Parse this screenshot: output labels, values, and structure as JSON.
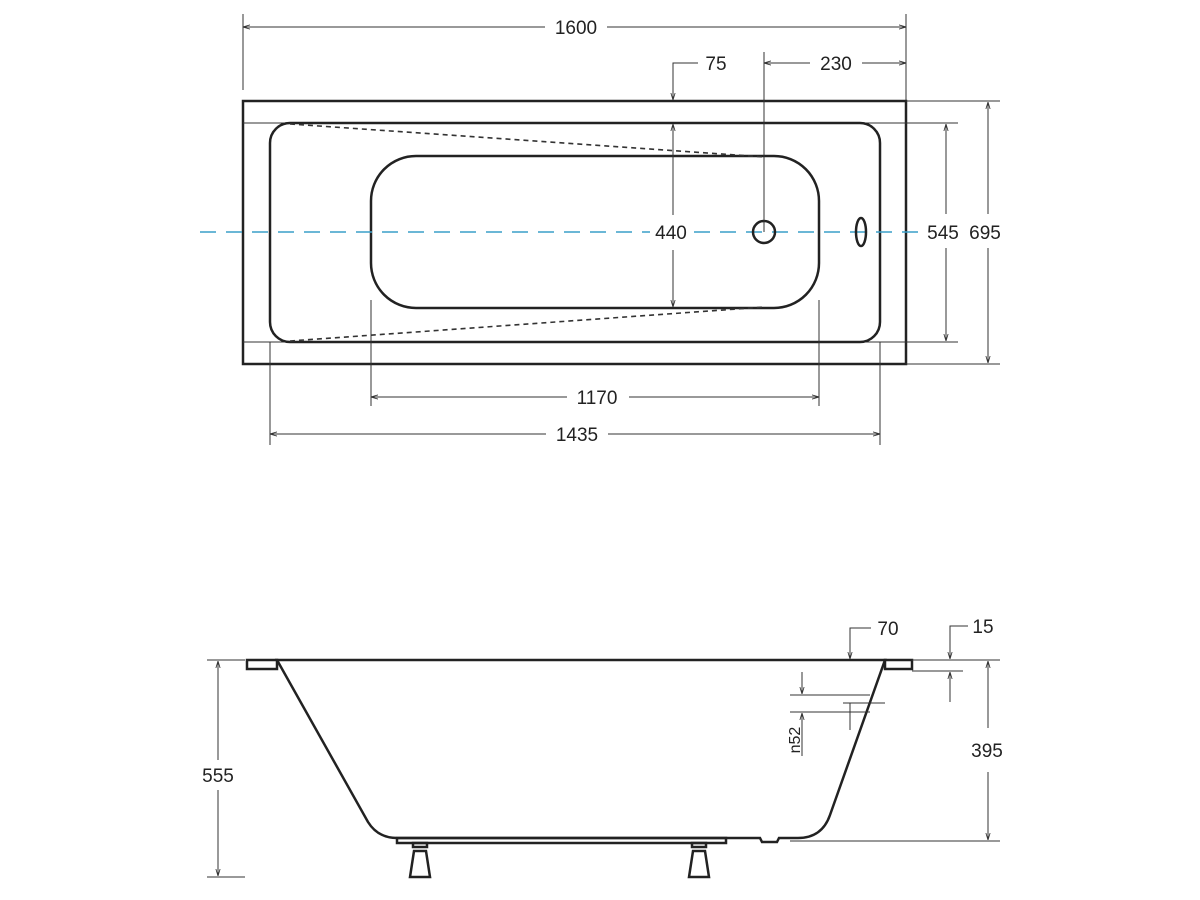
{
  "top_view": {
    "dimensions": {
      "overall_length": "1600",
      "rim_offset": "75",
      "drain_offset": "230",
      "basin_width": "440",
      "inner_width": "545",
      "overall_width": "695",
      "basin_length": "1170",
      "inner_length": "1435"
    }
  },
  "side_view": {
    "dimensions": {
      "rim_width": "70",
      "rim_thickness": "15",
      "overflow_height": "n52",
      "inner_depth": "395",
      "overall_height": "555"
    }
  },
  "colors": {
    "centerline": "#3a9fc9",
    "lines": "#222222"
  }
}
